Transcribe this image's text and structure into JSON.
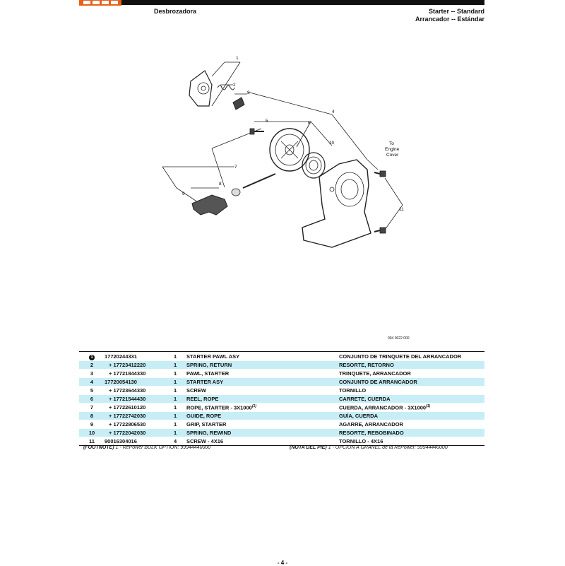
{
  "header": {
    "left_title": "Desbrozadora",
    "right_title_en": "Starter -- Standard",
    "right_title_es": "Arrancador -- Estándar"
  },
  "diagram": {
    "callouts": [
      "1",
      "2",
      "3",
      "4",
      "5",
      "6",
      "7",
      "8",
      "9",
      "10",
      "11"
    ],
    "note_line1": "To",
    "note_line2": "Engine",
    "note_line3": "Cover",
    "figure_id": "004 0022 000"
  },
  "parts": [
    {
      "no": "1",
      "circled": true,
      "pn": "17720244331",
      "sub": false,
      "qty": "1",
      "en": "STARTER PAWL ASY",
      "es": "CONJUNTO DE TRINQUETE DEL ARRANCADOR"
    },
    {
      "no": "2",
      "circled": false,
      "pn": "+ 17723412220",
      "sub": true,
      "qty": "1",
      "en": "SPRING, RETURN",
      "es": "RESORTE, RETORNO"
    },
    {
      "no": "3",
      "circled": false,
      "pn": "+ 17721844330",
      "sub": true,
      "qty": "1",
      "en": "PAWL, STARTER",
      "es": "TRINQUETE, ARRANCADOR"
    },
    {
      "no": "4",
      "circled": false,
      "pn": "17720054130",
      "sub": false,
      "qty": "1",
      "en": "STARTER ASY",
      "es": "CONJUNTO DE ARRANCADOR"
    },
    {
      "no": "5",
      "circled": false,
      "pn": "+ 17723644330",
      "sub": true,
      "qty": "1",
      "en": "SCREW",
      "es": "TORNILLO"
    },
    {
      "no": "6",
      "circled": false,
      "pn": "+ 17721544430",
      "sub": true,
      "qty": "1",
      "en": "REEL, ROPE",
      "es": "CARRETE, CUERDA"
    },
    {
      "no": "7",
      "circled": false,
      "pn": "+ 17722610120",
      "sub": true,
      "qty": "1",
      "en": "ROPE, STARTER - 3X1000",
      "en_sup": "(1)",
      "es": "CUERDA, ARRANCADOR - 3X1000",
      "es_sup": "(1)"
    },
    {
      "no": "8",
      "circled": false,
      "pn": "+ 17722742030",
      "sub": true,
      "qty": "1",
      "en": "GUIDE, ROPE",
      "es": "GUÍA, CUERDA"
    },
    {
      "no": "9",
      "circled": false,
      "pn": "+ 17722806530",
      "sub": true,
      "qty": "1",
      "en": "GRIP, STARTER",
      "es": "AGARRE, ARRANCADOR"
    },
    {
      "no": "10",
      "circled": false,
      "pn": "+ 17722042030",
      "sub": true,
      "qty": "1",
      "en": "SPRING, REWIND",
      "es": "RESORTE, REBOBINADO"
    },
    {
      "no": "11",
      "circled": false,
      "pn": "90016304016",
      "sub": false,
      "qty": "4",
      "en": "SCREW - 4X16",
      "es": "TORNILLO - 4X16"
    }
  ],
  "footnotes": {
    "en_label": "(FOOTNOTE)",
    "en_text": "1 - RePower BULK OPTION: 99944440000",
    "es_label": "(NOTA DEL PIE)",
    "es_text": "1 - OPCIÓN A GRANEL de la RePower: 99944440000"
  },
  "page_number": "- 4 -",
  "colors": {
    "row_highlight": "#c7eef6",
    "brand_orange": "#e8601c"
  }
}
